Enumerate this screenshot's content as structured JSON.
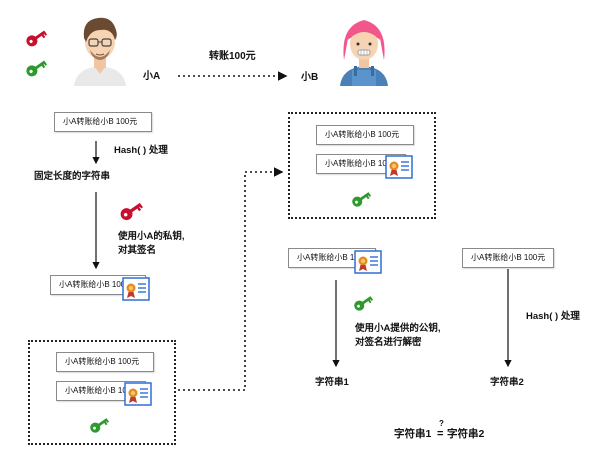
{
  "people": {
    "a_name": "小A",
    "b_name": "小B",
    "transfer_label": "转账100元"
  },
  "message": "小A转账给小B 100元",
  "signed_message": "小A转账给小B 100",
  "left_flow": {
    "hash_label": "Hash( ) 处理",
    "fixed_length": "固定长度的字符串",
    "sign_line1": "使用小A的私钥,",
    "sign_line2": "对其签名"
  },
  "right_flow": {
    "verify_line1": "使用小A提供的公钥,",
    "verify_line2": "对签名进行解密",
    "hash_label": "Hash( ) 处理",
    "string1": "字符串1",
    "string2": "字符串2",
    "compare_left": "字符串1",
    "compare_op": "=",
    "compare_q": "?",
    "compare_right": "字符串2"
  },
  "colors": {
    "private_key": "#c8102e",
    "public_key": "#2e9a2e",
    "pink_hair": "#f2568a",
    "certificate_blue": "#2f6fd6",
    "medal": "#e58a1f"
  },
  "icons": [
    "red-key-icon",
    "green-key-icon",
    "certificate-icon",
    "man-avatar",
    "woman-avatar"
  ]
}
